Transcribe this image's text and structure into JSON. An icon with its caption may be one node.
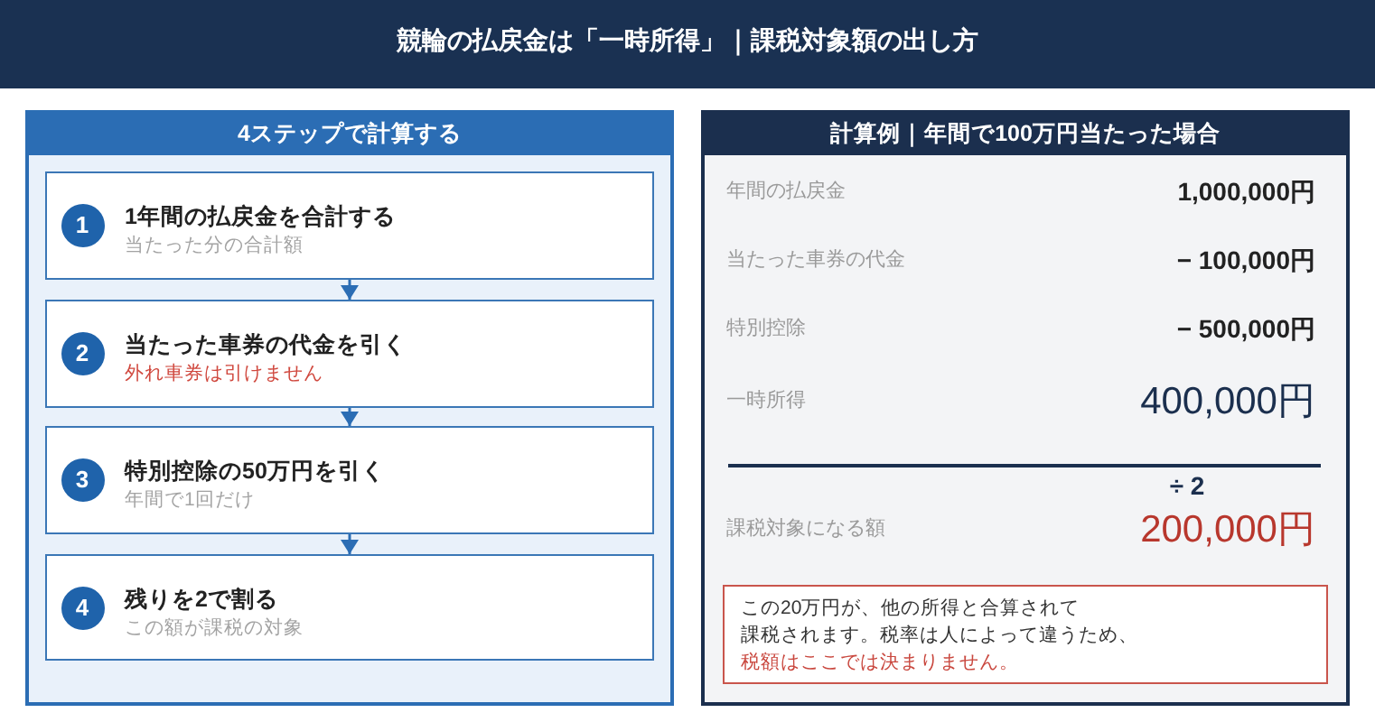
{
  "diagram": {
    "title": "競輪の払戻金は「一時所得」｜課税対象額の出し方",
    "nodes": [
      {
        "text": [
          "4ステップで計算する"
        ]
      },
      {
        "text": [
          "1年間の払戻金を合計する",
          "当たった分の合計額"
        ],
        "in": 0
      },
      {
        "text": [
          "1"
        ],
        "in": 1
      },
      {
        "text": [
          "当たった車券の代金を引く",
          "外れ車券は引けません"
        ],
        "in": 0
      },
      {
        "text": [
          "2"
        ],
        "in": 3
      },
      {
        "text": [
          "特別控除の50万円を引く",
          "年間で1回だけ"
        ],
        "in": 0
      },
      {
        "text": [
          "3"
        ],
        "in": 5
      },
      {
        "text": [
          "残りを2で割る",
          "この額が課税の対象"
        ],
        "in": 0
      },
      {
        "text": [
          "4"
        ],
        "in": 7
      },
      {
        "text": [
          "計算例｜年間で100万円当たった場合"
        ]
      },
      {
        "text": [
          "この20万円が、他の所得と合算されて",
          "課税されます。税率は人によって違うため、",
          "税額はここでは決まりません。"
        ],
        "in": 9
      }
    ],
    "edges": [
      {
        "from": 1,
        "to": 3,
        "arrow": "to"
      },
      {
        "from": 3,
        "to": 5,
        "arrow": "to"
      },
      {
        "from": 5,
        "to": 7,
        "arrow": "to"
      }
    ],
    "labels": [
      "年間の払戻金",
      "1,000,000円",
      "当たった車券の代金",
      "− 100,000円",
      "特別控除",
      "− 500,000円",
      "一時所得",
      "400,000円",
      "÷ 2",
      "課税対象になる額",
      "200,000円"
    ]
  }
}
